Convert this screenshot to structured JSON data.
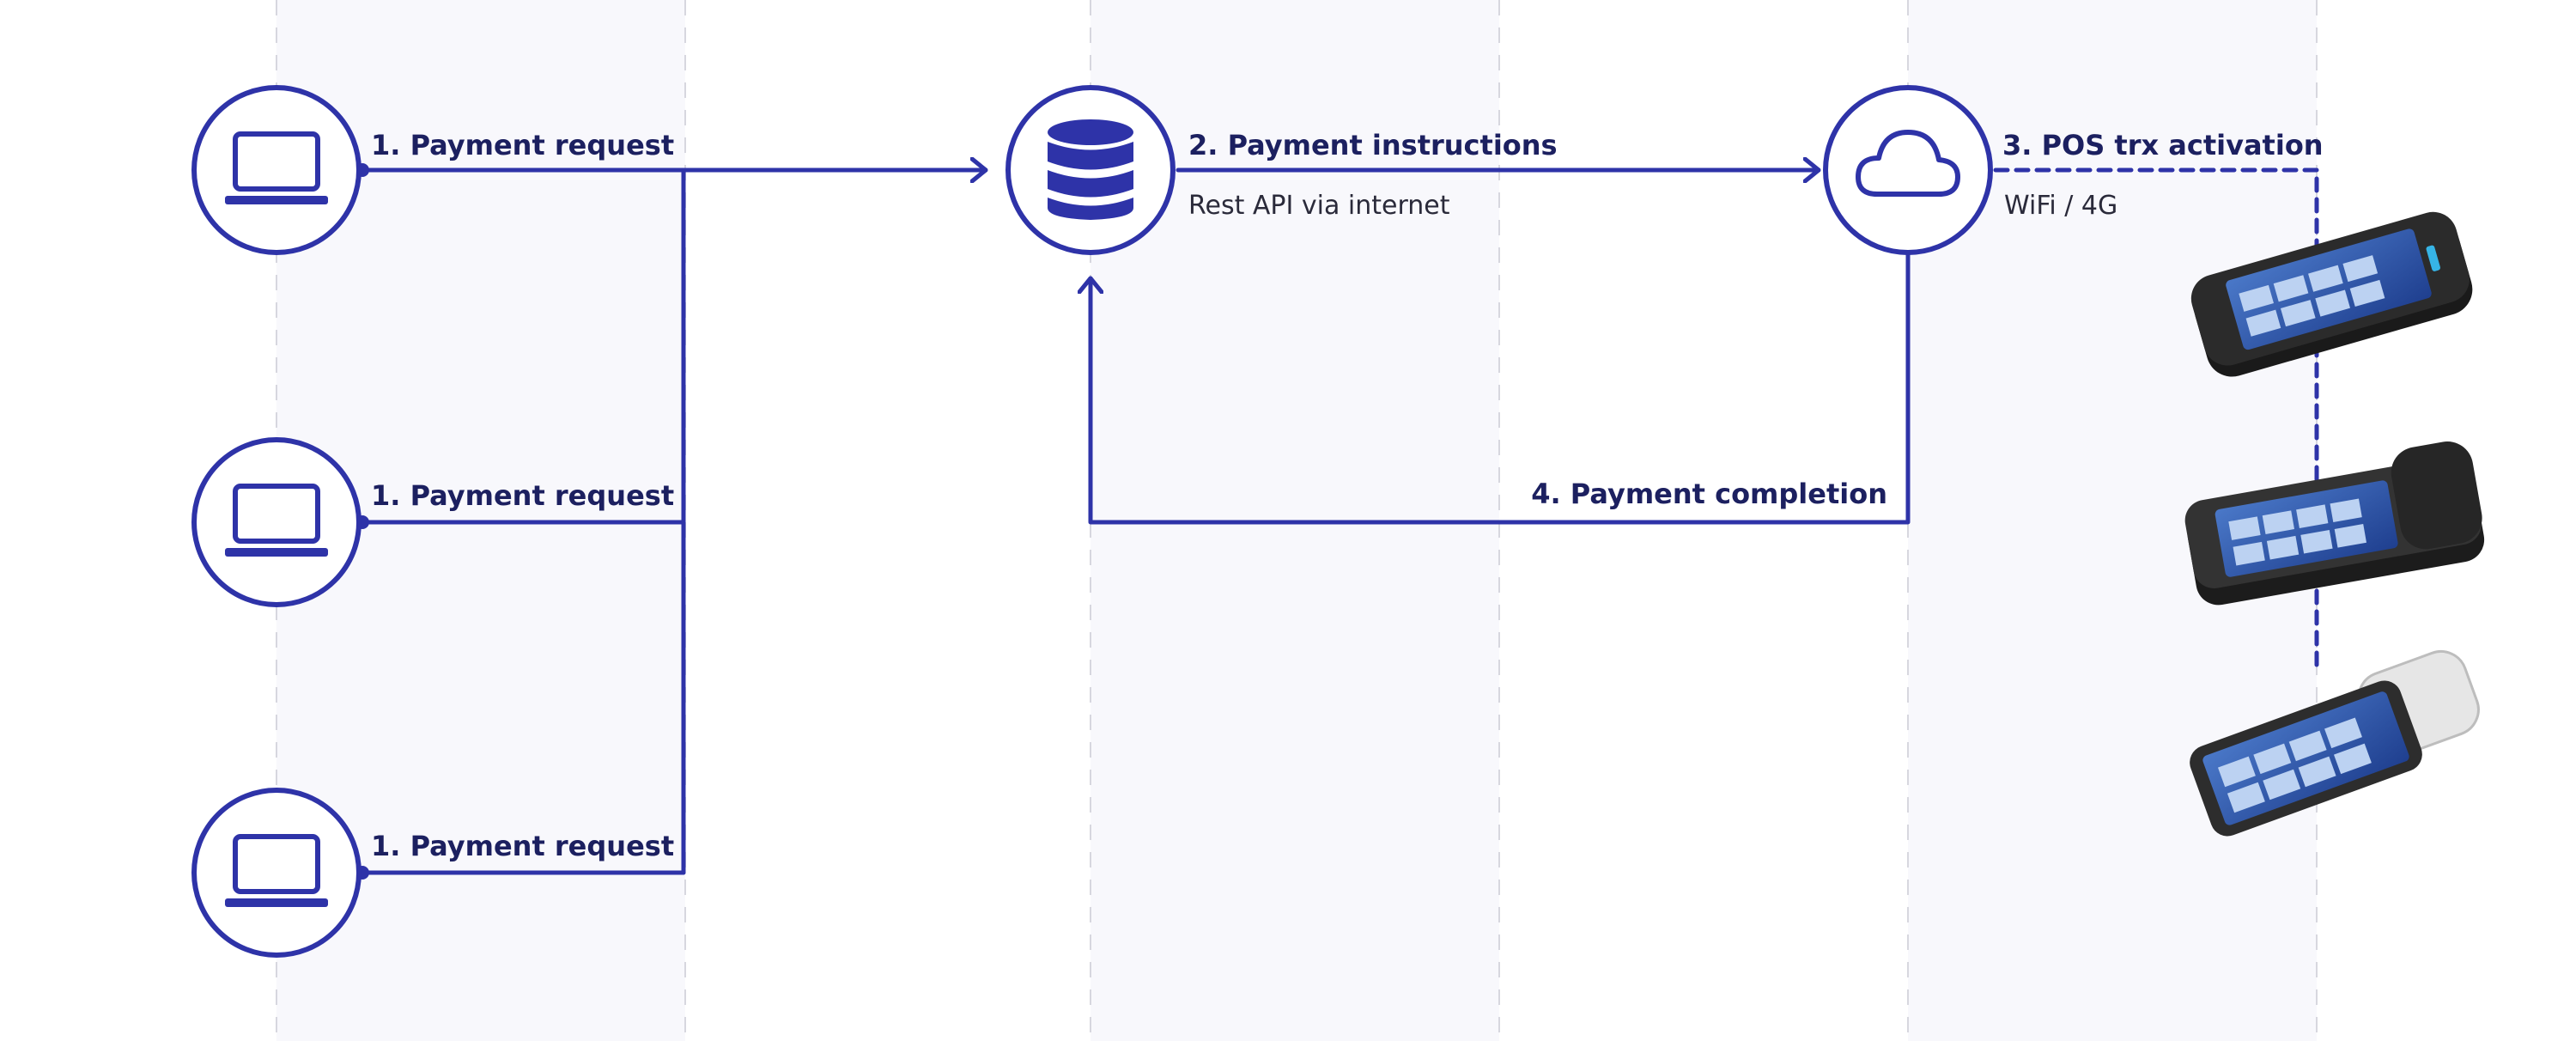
{
  "colors": {
    "primary": "#2e33a8",
    "label": "#1c2060",
    "band": "#f8f8fc",
    "gridline": "#d7d7df",
    "sublabel": "#2a2a3a"
  },
  "clients": [
    {
      "icon": "laptop-icon",
      "label": "1. Payment request"
    },
    {
      "icon": "laptop-icon",
      "label": "1. Payment request"
    },
    {
      "icon": "laptop-icon",
      "label": "1. Payment request"
    }
  ],
  "server": {
    "icon": "database-icon"
  },
  "cloud": {
    "icon": "cloud-icon"
  },
  "steps": {
    "instructions": {
      "label": "2. Payment instructions",
      "sublabel": "Rest API via internet"
    },
    "activation": {
      "label": "3. POS trx activation",
      "sublabel": "WiFi / 4G"
    },
    "completion": {
      "label": "4. Payment completion"
    }
  },
  "terminals": [
    {
      "icon": "pos-terminal-handheld-icon"
    },
    {
      "icon": "pos-terminal-printer-icon"
    },
    {
      "icon": "pos-terminal-countertop-icon"
    }
  ]
}
